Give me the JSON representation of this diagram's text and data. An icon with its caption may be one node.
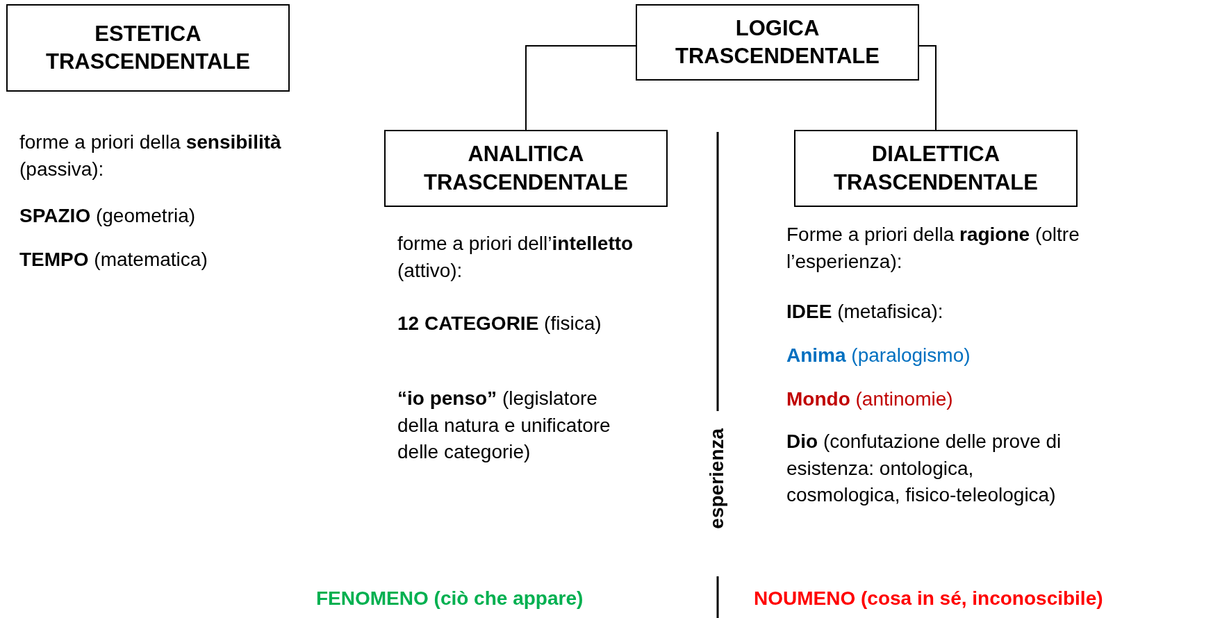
{
  "diagram": {
    "nodes": [
      {
        "text": [
          "ESTETICA TRASCENDENTALE"
        ]
      },
      {
        "text": [
          "LOGICA TRASCENDENTALE"
        ]
      },
      {
        "text": [
          "ANALITICA TRASCENDENTALE"
        ]
      },
      {
        "text": [
          "DIALETTICA TRASCENDENTALE"
        ]
      }
    ],
    "edges": [
      {
        "from": 1,
        "to": 2,
        "arrow": "none"
      },
      {
        "from": 1,
        "to": 3,
        "arrow": "none"
      }
    ],
    "labels": [
      "forme a priori della **sensibilità** (passiva):",
      "**SPAZIO** (geometria)",
      "**TEMPO** (matematica)",
      "forme a priori dell’**intelletto** (attivo):",
      "**12 CATEGORIE** (fisica)",
      "**“io penso”** (legislatore della natura e unificatore delle categorie)",
      "Forme a priori della **ragione** (oltre l’esperienza):",
      "**IDEE** (metafisica):",
      "**Anima** (paralogismo)",
      "**Mondo** (antinomie)",
      "**Dio** (confutazione delle prove di esistenza: ontologica, cosmologica, fisico-teleologica)",
      "esperienza",
      "FENOMENO (ciò che appare)",
      "NOUMENO (cosa in sé, inconoscibile)"
    ]
  }
}
